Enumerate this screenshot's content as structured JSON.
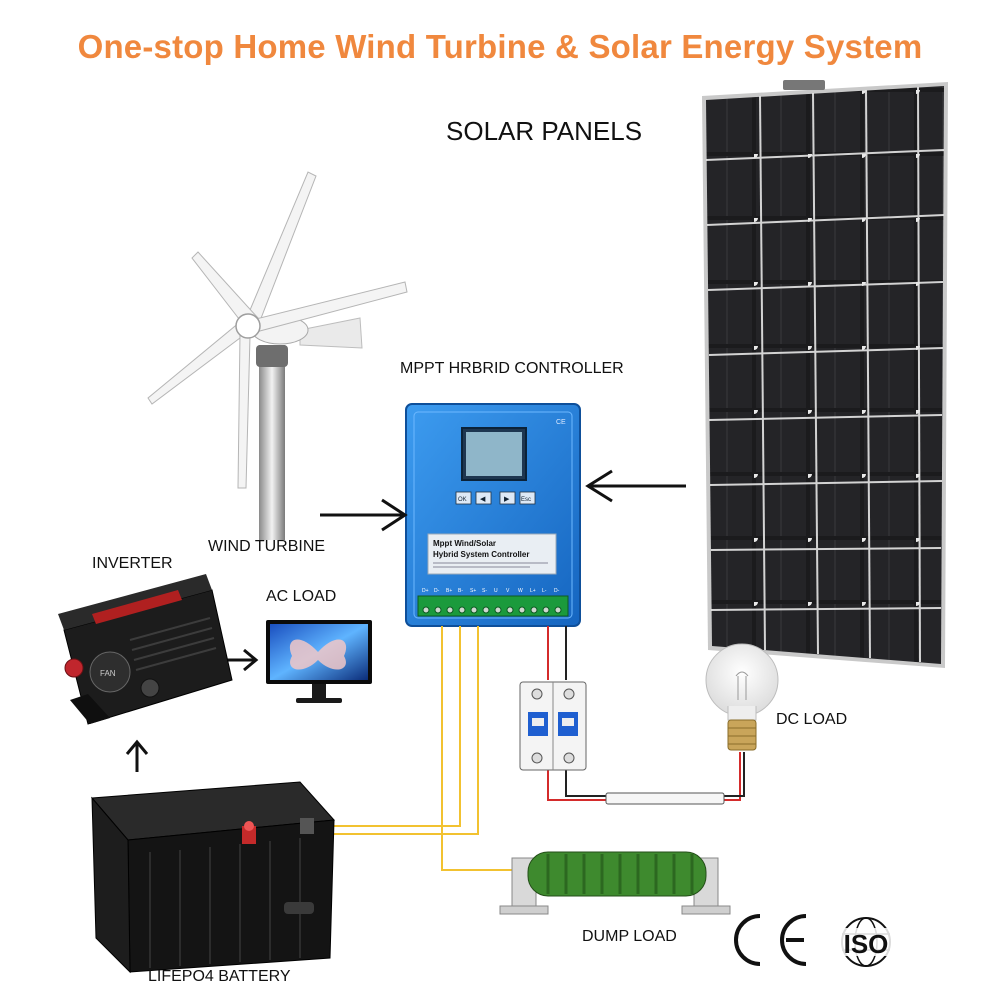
{
  "title": "One-stop Home Wind Turbine & Solar Energy System",
  "labels": {
    "solar_panels": "SOLAR PANELS",
    "controller": "MPPT HRBRID CONTROLLER",
    "wind_turbine": "WIND TURBINE",
    "inverter": "INVERTER",
    "ac_load": "AC LOAD",
    "dc_load": "DC LOAD",
    "battery": "LIFEPO4  BATTERY",
    "dump_load": "DUMP LOAD"
  },
  "controller_panel": {
    "line1": "Mppt Wind/Solar",
    "line2": "Hybrid System Controller",
    "buttons": [
      "OK",
      "◀",
      "▶",
      "Esc"
    ],
    "terminals": [
      "D+",
      "D-",
      "B+",
      "B-",
      "S+",
      "S-",
      "U",
      "V",
      "W",
      "L+",
      "L-",
      "D-"
    ]
  },
  "inverter_panel": {
    "fan_label": "FAN"
  },
  "certifications": [
    "CE",
    "ISO"
  ],
  "colors": {
    "title": "#f0883e",
    "controller_blue": "#1e7fd8",
    "wire_yellow": "#f2c230",
    "wire_red": "#d42b2b",
    "resistor_green": "#3e8a2e"
  }
}
